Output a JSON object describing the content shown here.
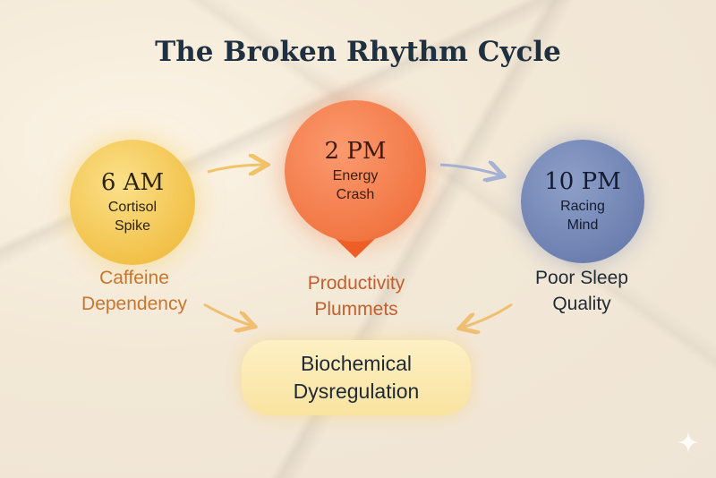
{
  "title": "The Broken Rhythm Cycle",
  "nodes": [
    {
      "time": "6 AM",
      "desc": "Cortisol\nSpike",
      "color": "#f2c24a"
    },
    {
      "time": "2 PM",
      "desc": "Energy\nCrash",
      "color": "#f27744"
    },
    {
      "time": "10 PM",
      "desc": "Racing\nMind",
      "color": "#6d80b0"
    }
  ],
  "labels": {
    "caffeine": "Caffeine\nDependency",
    "productivity": "Productivity\nPlummets",
    "sleep": "Poor Sleep\nQuality"
  },
  "center": "Biochemical\nDysregulation",
  "icons": {
    "arrow_flow": "arrow-icon",
    "down_arrow": "down-arrow-icon",
    "sparkle": "sparkle-icon"
  }
}
